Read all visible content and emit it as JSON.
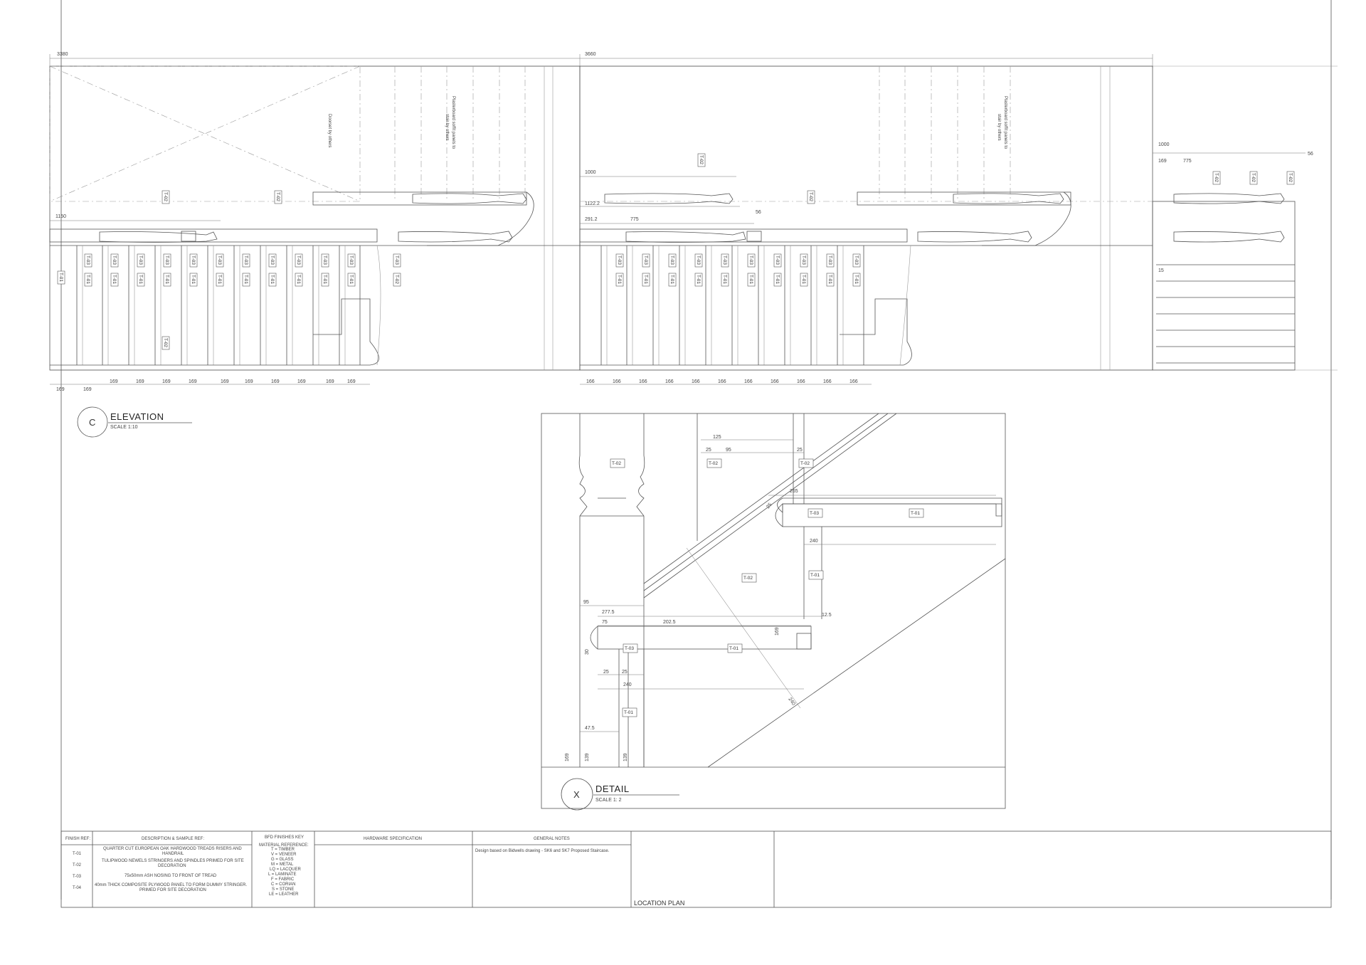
{
  "elevation": {
    "marker": "C",
    "title": "ELEVATION",
    "scale": "SCALE 1:10",
    "dim_overall_left": "3380",
    "dim_overall_right": "3660",
    "dim_1150": "1150",
    "dim_1000a": "1000",
    "dim_1122": "1122.2",
    "dim_291": "291.2",
    "dim_775a": "775",
    "dim_56a": "56",
    "dim_1000b": "1000",
    "dim_169r": "169",
    "dim_775b": "775",
    "dim_56b": "56",
    "dim_15": "15",
    "note_doorset": "Doorset by others",
    "note_soffit_a": "Plasterboard soffit panels to",
    "note_soffit_b": "stair by others",
    "bottom_dims_left": [
      "169",
      "169",
      "169",
      "169",
      "169",
      "169",
      "169",
      "169",
      "169",
      "169",
      "169",
      "169"
    ],
    "bottom_dims_right": [
      "166",
      "166",
      "166",
      "166",
      "166",
      "166",
      "166",
      "166",
      "166",
      "166",
      "166"
    ]
  },
  "tags": {
    "t01": "T-01",
    "t02": "T-02",
    "t03": "T-03",
    "t04": "T-04"
  },
  "detail": {
    "marker": "X",
    "title": "DETAIL",
    "scale": "SCALE 1: 2",
    "dims": {
      "d125": "125",
      "d25a": "25",
      "d95a": "95",
      "d25b": "25",
      "d265": "265",
      "d25c": "25",
      "d240a": "240",
      "d95b": "95",
      "d277": "277.5",
      "d75": "75",
      "d202": "202.5",
      "d169": "169",
      "d125b": "12.5",
      "d30": "30",
      "d25d": "25",
      "d25e": "25",
      "d240b": "240",
      "d240c": "240",
      "d475": "47.5",
      "d169b": "169",
      "d139a": "139",
      "d139b": "139"
    }
  },
  "title_block": {
    "finish_ref_header": "FINISH REF:",
    "description_header": "DESCRIPTION & SAMPLE REF:",
    "bfd_header": "BFD FINISHES KEY",
    "hardware_header": "HARDWARE SPECIFICATION",
    "general_header": "GENERAL NOTES",
    "location_plan": "LOCATION PLAN",
    "finishes": [
      {
        "ref": "T-01",
        "line1": "QUARTER CUT EUROPEAN OAK HARDWOOD TREADS RISERS AND",
        "line2": "HANDRAIL"
      },
      {
        "ref": "T-02",
        "line1": "TULIPWOOD NEWELS STRINGERS AND SPINDLES PRIMED FOR SITE",
        "line2": "DECORATION"
      },
      {
        "ref": "T-03",
        "line1": "75x50mm ASH NOSING TO FRONT OF TREAD",
        "line2": ""
      },
      {
        "ref": "T-04",
        "line1": "40mm THICK COMPOSITE PLYWOOD PANEL TO FORM DUMMY STRINGER.",
        "line2": "PRIMED FOR SITE DECORATION"
      }
    ],
    "material_key": [
      "MATERIAL REFERENCE:",
      "T = TIMBER",
      "V = VENEER",
      "G = GLASS",
      "M = METAL",
      "LQ = LACQUER",
      "L = LAMINATE",
      "F = FABRIC",
      "C = CORIAN",
      "S = STONE",
      "LE = LEATHER"
    ],
    "general_note": "Design based on Bidwells drawing - SK6 and SK7 Proposed Staircase."
  }
}
